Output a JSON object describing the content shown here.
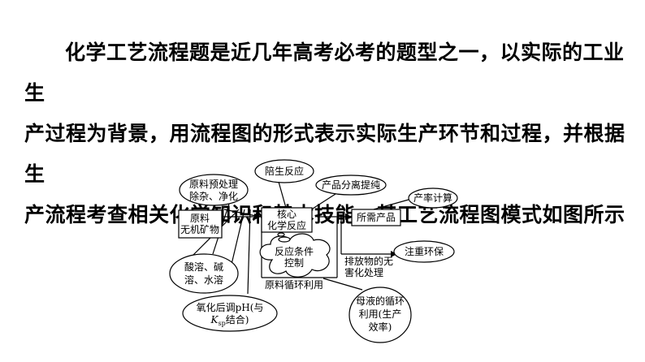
{
  "intro": {
    "line1": "化学工艺流程题是近几年高考必考的题型之一，以实际的工业生",
    "line2": "产过程为背景，用流程图的形式表示实际生产环节和过程，并根据生",
    "line3": "产流程考查相关化学知识和基本技能，其工艺流程图模式如图所示"
  },
  "diagram": {
    "raw_material": {
      "line1": "原料",
      "line2": "无机矿物"
    },
    "pretreat": {
      "line1": "原料预处理",
      "line2": "除杂、净化"
    },
    "side_reaction": "陪生反应",
    "core": {
      "line1": "核心",
      "line2": "化学反应"
    },
    "separation": "产品分离提纯",
    "product": "所需产品",
    "yield_calc": "产率计算",
    "env": "注重环保",
    "dissolve": {
      "line1": "酸溶、碱",
      "line2": "溶、水溶"
    },
    "conditions": {
      "line1": "反应条件",
      "line2": "控制"
    },
    "waste": {
      "line1": "排放物的无",
      "line2": "害化处理"
    },
    "recycle": "原料循环利用",
    "oxidize": {
      "line1": "氧化后调pH(与",
      "line2_k": "K",
      "line2_sub": "sp",
      "line2_rest": "结合)"
    },
    "mother_liquor": {
      "line1": "母液的循环",
      "line2": "利用(生产",
      "line3": "效率)"
    }
  }
}
